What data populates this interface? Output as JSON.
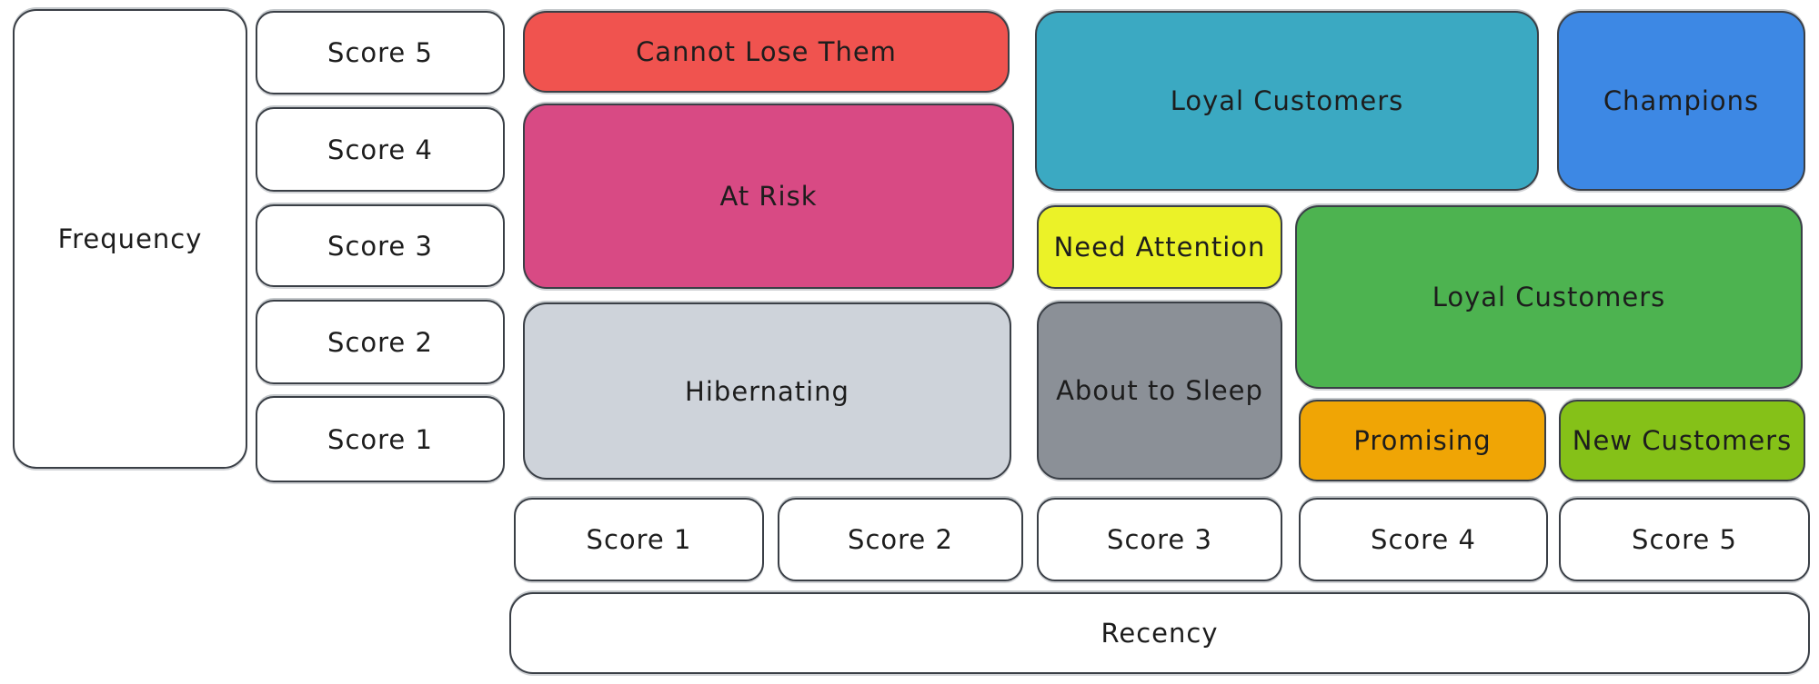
{
  "diagram": {
    "type": "rfm-customer-segmentation-matrix",
    "axes": {
      "frequency": {
        "label": "Frequency",
        "scores": [
          "Score 5",
          "Score 4",
          "Score 3",
          "Score 2",
          "Score 1"
        ]
      },
      "recency": {
        "label": "Recency",
        "scores": [
          "Score 1",
          "Score 2",
          "Score 3",
          "Score 4",
          "Score 5"
        ]
      }
    },
    "segments": [
      {
        "id": "cannot-lose-them",
        "label": "Cannot Lose Them",
        "color": "#f0534f",
        "recency_scores": "1-2",
        "frequency_scores": "5"
      },
      {
        "id": "at-risk",
        "label": "At Risk",
        "color": "#d84a84",
        "recency_scores": "1-2",
        "frequency_scores": "3-4"
      },
      {
        "id": "hibernating",
        "label": "Hibernating",
        "color": "#ced3da",
        "recency_scores": "1-2",
        "frequency_scores": "1-2"
      },
      {
        "id": "loyal-customers-top",
        "label": "Loyal Customers",
        "color": "#3ba9c2",
        "recency_scores": "3-4",
        "frequency_scores": "4-5"
      },
      {
        "id": "champions",
        "label": "Champions",
        "color": "#3d88e4",
        "recency_scores": "5",
        "frequency_scores": "4-5"
      },
      {
        "id": "need-attention",
        "label": "Need Attention",
        "color": "#ebf228",
        "recency_scores": "3",
        "frequency_scores": "3"
      },
      {
        "id": "loyal-customers-right",
        "label": "Loyal Customers",
        "color": "#4db350",
        "recency_scores": "4-5",
        "frequency_scores": "2-3"
      },
      {
        "id": "about-to-sleep",
        "label": "About to Sleep",
        "color": "#8b9097",
        "recency_scores": "3",
        "frequency_scores": "1-2"
      },
      {
        "id": "promising",
        "label": "Promising",
        "color": "#f0a505",
        "recency_scores": "4",
        "frequency_scores": "1"
      },
      {
        "id": "new-customers",
        "label": "New Customers",
        "color": "#85c118",
        "recency_scores": "5",
        "frequency_scores": "1"
      }
    ],
    "style": {
      "stroke_color": "#3a3f46",
      "text_color": "#1d1d1d",
      "background": "#ffffff"
    }
  }
}
